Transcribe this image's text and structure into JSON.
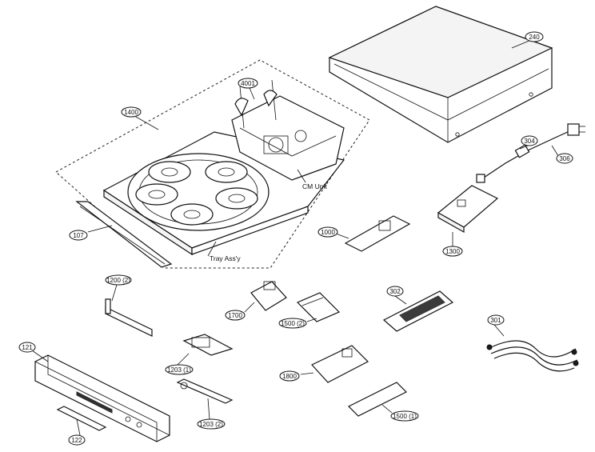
{
  "callouts": {
    "c240": "240",
    "c1400": "1400",
    "c4001": "4001",
    "c304": "304",
    "c306": "306",
    "c107": "107",
    "c1000": "1000",
    "c1300": "1300",
    "c1200_2": "1200 (2)",
    "c1700": "1700",
    "c1500_2": "1500 (2)",
    "c302": "302",
    "c301": "301",
    "c121": "121",
    "c1203_1": "1203 (1)",
    "c1800": "1800",
    "c1203_2": "1203 (2)",
    "c1500_1": "1500 (1)",
    "c122": "122"
  },
  "labels": {
    "cm_unit": "CM Unit",
    "tray_assy": "Tray Ass'y"
  }
}
